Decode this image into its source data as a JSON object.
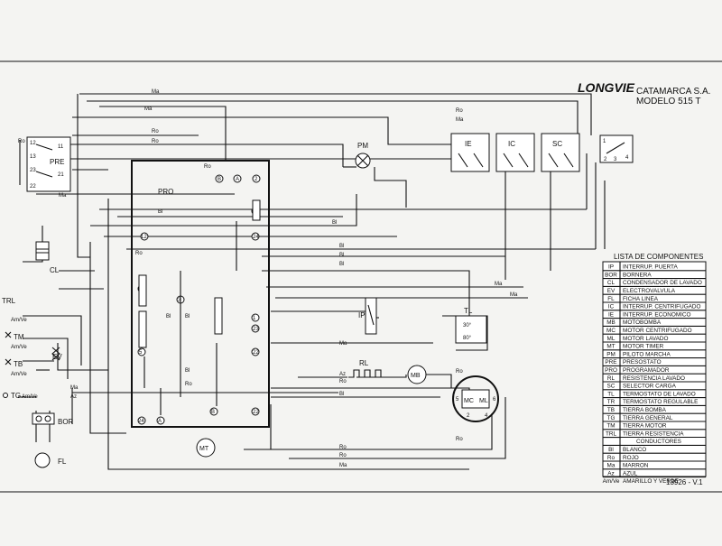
{
  "header": {
    "brand": "LONGVIE",
    "company": "CATAMARCA S.A.",
    "model": "MODELO 515 T",
    "doc_code": "13926 - V.1"
  },
  "components": {
    "PRE": "PRE",
    "PRO": "PRO",
    "PM": "PM",
    "IE": "IE",
    "IC": "IC",
    "SC": "SC",
    "CL": "CL",
    "EV": "EV",
    "TRL": "TRL",
    "TM": "TM",
    "TB": "TB",
    "TG": "TG",
    "BOR": "BOR",
    "FL": "FL",
    "IP": "IP",
    "TL": "TL",
    "RL": "RL",
    "MB": "MB",
    "MT": "MT",
    "MC": "MC",
    "ML": "ML"
  },
  "wire_codes": {
    "Ma": "Ma",
    "Ro": "Ro",
    "Bl": "Bl",
    "Az": "Az",
    "AmVe": "Am/Ve"
  },
  "terminals": {
    "pre": [
      "12",
      "11",
      "13",
      "23",
      "21",
      "22"
    ],
    "pro": [
      "B",
      "A",
      "2",
      "12",
      "11",
      "24",
      "21",
      "5",
      "3",
      "1",
      "23",
      "22",
      "24",
      "A",
      "B",
      "22"
    ],
    "tl": [
      "30°",
      "80°"
    ],
    "motor": [
      "5",
      "6",
      "2",
      "4"
    ],
    "switch": [
      "1",
      "2",
      "3",
      "4"
    ]
  },
  "legend": {
    "title": "LISTA DE COMPONENTES",
    "rows": [
      {
        "code": "IP",
        "desc": "INTERRUP. PUERTA"
      },
      {
        "code": "BOR",
        "desc": "BORNERA"
      },
      {
        "code": "CL",
        "desc": "CONDENSADOR DE LAVADO"
      },
      {
        "code": "EV",
        "desc": "ELECTROVALVULA"
      },
      {
        "code": "FL",
        "desc": "FICHA LINEA"
      },
      {
        "code": "IC",
        "desc": "INTERRUP. CENTRIFUGADO"
      },
      {
        "code": "IE",
        "desc": "INTERRUP. ECONOMICO"
      },
      {
        "code": "MB",
        "desc": "MOTOBOMBA"
      },
      {
        "code": "MC",
        "desc": "MOTOR CENTRIFUGADO"
      },
      {
        "code": "ML",
        "desc": "MOTOR LAVADO"
      },
      {
        "code": "MT",
        "desc": "MOTOR TIMER"
      },
      {
        "code": "PM",
        "desc": "PILOTO MARCHA"
      },
      {
        "code": "PRE",
        "desc": "PRESOSTATO"
      },
      {
        "code": "PRO",
        "desc": "PROGRAMADOR"
      },
      {
        "code": "RL",
        "desc": "RESISTENCIA LAVADO"
      },
      {
        "code": "SC",
        "desc": "SELECTOR CARGA"
      },
      {
        "code": "TL",
        "desc": "TERMOSTATO DE LAVADO"
      },
      {
        "code": "TR",
        "desc": "TERMOSTATO REGULABLE"
      },
      {
        "code": "TB",
        "desc": "TIERRA BOMBA"
      },
      {
        "code": "TG",
        "desc": "TIERRA GENERAL"
      },
      {
        "code": "TM",
        "desc": "TIERRA MOTOR"
      },
      {
        "code": "TRL",
        "desc": "TIERRA RESISTENCIA"
      }
    ],
    "conductors_title": "CONDUCTORES",
    "conductors": [
      {
        "code": "Bl",
        "desc": "BLANCO"
      },
      {
        "code": "Ro",
        "desc": "ROJO"
      },
      {
        "code": "Ma",
        "desc": "MARRON"
      },
      {
        "code": "Az",
        "desc": "AZUL"
      },
      {
        "code": "Am/Ve",
        "desc": "AMARILLO Y VERDE"
      }
    ]
  },
  "colors": {
    "ink": "#111111",
    "paper": "#f4f4f2"
  }
}
